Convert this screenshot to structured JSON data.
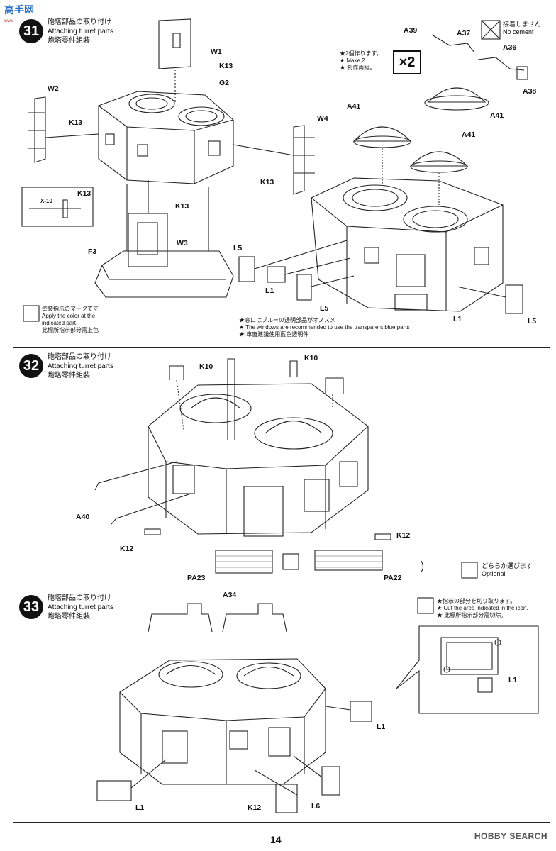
{
  "watermark": {
    "cn": "高手网",
    "url": "www.gaoshou.com"
  },
  "page_number": "14",
  "brand": "HOBBY SEARCH",
  "steps": [
    {
      "number": "31",
      "title_ja": "砲塔部品の取り付け",
      "title_en": "Attaching turret parts",
      "title_cn": "炮塔零件組裝",
      "labels": {
        "W1": "W1",
        "K13a": "K13",
        "G2": "G2",
        "W2": "W2",
        "K13b": "K13",
        "W4": "W4",
        "K13c": "K13",
        "K13d": "K13",
        "X10": "X-10",
        "K13e": "K13",
        "W3": "W3",
        "F3": "F3",
        "A39": "A39",
        "A37": "A37",
        "A36": "A36",
        "A38": "A38",
        "A41a": "A41",
        "A41b": "A41",
        "A41c": "A41",
        "L5a": "L5",
        "L1a": "L1",
        "L5b": "L5",
        "L1b": "L1",
        "L5c": "L5"
      },
      "make2_ja": "★2個作ります。",
      "make2_en": "★ Make 2.",
      "make2_cn": "★ 制作兩組。",
      "x2": "×2",
      "nocement_ja": "接着しません",
      "nocement_en": "No cement",
      "paint_ja": "塗装指示のマークです",
      "paint_en1": "Apply the color at the",
      "paint_en2": "indicated part.",
      "paint_cn": "此標所指示部分需上色",
      "window_ja": "★窓にはブルーの透明部品がオススメ",
      "window_en": "★ The windows are recommended to use the transparent blue parts",
      "window_cn": "★ 車窗建議使用藍色透明件"
    },
    {
      "number": "32",
      "title_ja": "砲塔部品の取り付け",
      "title_en": "Attaching turret parts",
      "title_cn": "炮塔零件組裝",
      "labels": {
        "K10a": "K10",
        "K10b": "K10",
        "A40": "A40",
        "K12a": "K12",
        "K12b": "K12",
        "PA23": "PA23",
        "PA22": "PA22"
      },
      "optional_ja": "どちらか選びます",
      "optional_en": "Optional"
    },
    {
      "number": "33",
      "title_ja": "砲塔部品の取り付け",
      "title_en": "Attaching turret parts",
      "title_cn": "炮塔零件組裝",
      "labels": {
        "A34": "A34",
        "L1a": "L1",
        "L1b": "L1",
        "L1c": "L1",
        "K12": "K12",
        "L6": "L6"
      },
      "cut_ja": "★指示の部分を切り取ります。",
      "cut_en": "★ Cut the area indicated in the icon.",
      "cut_cn": "★ 此標所指示部分需切除。"
    }
  ]
}
